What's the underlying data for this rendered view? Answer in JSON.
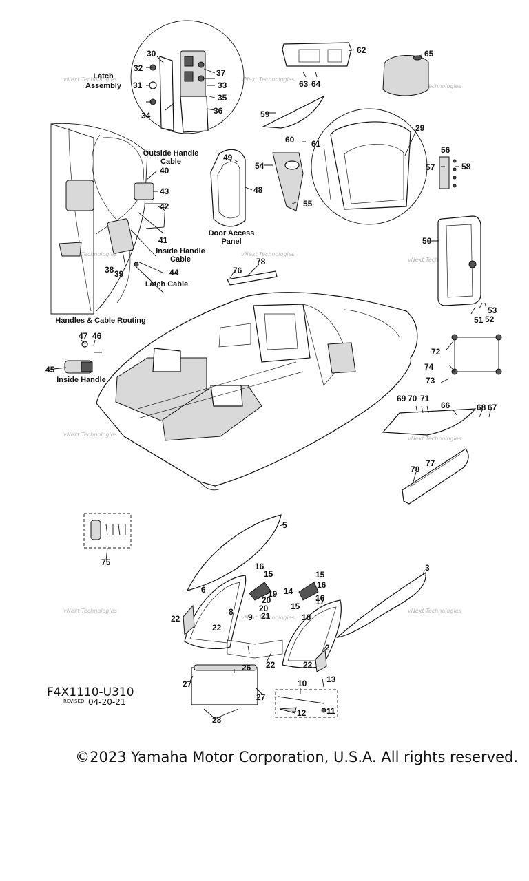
{
  "diagram": {
    "captions": {
      "latch_assembly_1": "Latch",
      "latch_assembly_2": "Assembly",
      "outside_handle_cable_1": "Outside Handle",
      "outside_handle_cable_2": "Cable",
      "inside_handle_cable_1": "Inside Handle",
      "inside_handle_cable_2": "Cable",
      "latch_cable": "Latch Cable",
      "handles_cable_routing": "Handles & Cable Routing",
      "inside_handle": "Inside Handle",
      "door_access_panel_1": "Door Access",
      "door_access_panel_2": "Panel"
    },
    "part_numbers": [
      "2",
      "3",
      "5",
      "6",
      "8",
      "9",
      "10",
      "11",
      "12",
      "13",
      "14",
      "15",
      "16",
      "17",
      "18",
      "19",
      "20",
      "21",
      "22",
      "26",
      "27",
      "28",
      "29",
      "30",
      "31",
      "32",
      "33",
      "34",
      "35",
      "36",
      "37",
      "38",
      "39",
      "40",
      "41",
      "42",
      "43",
      "44",
      "45",
      "46",
      "47",
      "48",
      "49",
      "50",
      "51",
      "52",
      "53",
      "54",
      "55",
      "56",
      "57",
      "58",
      "59",
      "60",
      "61",
      "62",
      "63",
      "64",
      "65",
      "66",
      "67",
      "68",
      "69",
      "70",
      "71",
      "72",
      "73",
      "74",
      "75",
      "76",
      "77",
      "78"
    ],
    "watermark": "vNext Technologies"
  },
  "footer": {
    "code": "F4X1110-U310",
    "revised_label": "REVISED",
    "revised_date": "04-20-21",
    "copyright": "©2023 Yamaha Motor Corporation, U.S.A. All rights reserved."
  }
}
